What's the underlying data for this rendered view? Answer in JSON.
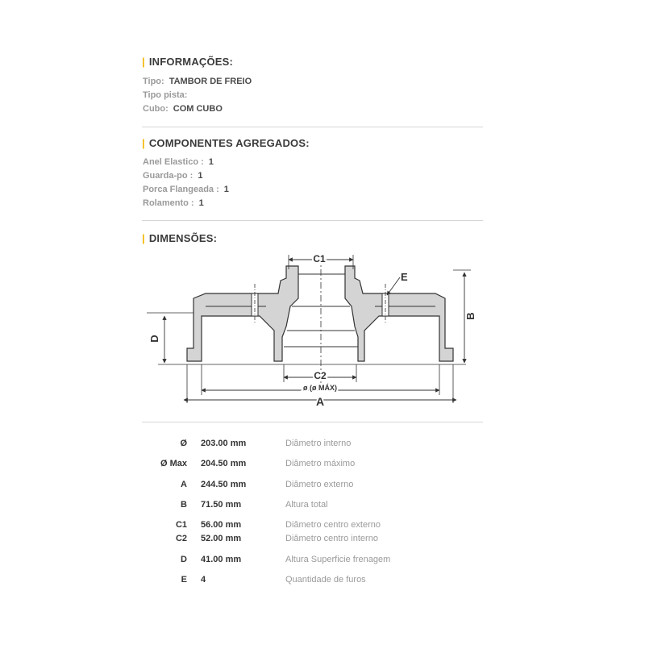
{
  "info": {
    "title": "INFORMAÇÕES:",
    "rows": [
      {
        "label": "Tipo:",
        "value": "TAMBOR DE FREIO"
      },
      {
        "label": "Tipo pista:",
        "value": ""
      },
      {
        "label": "Cubo:",
        "value": "COM CUBO"
      }
    ]
  },
  "components": {
    "title": "COMPONENTES AGREGADOS:",
    "rows": [
      {
        "label": "Anel Elastico :",
        "value": "1"
      },
      {
        "label": "Guarda-po :",
        "value": "1"
      },
      {
        "label": "Porca Flangeada :",
        "value": "1"
      },
      {
        "label": "Rolamento :",
        "value": "1"
      }
    ]
  },
  "dimensions": {
    "title": "DIMENSÕES:",
    "diagram_labels": {
      "c1": "C1",
      "c2": "C2",
      "e": "E",
      "b": "B",
      "d": "D",
      "a": "A",
      "diameter": "ø (ø MÁX)"
    },
    "table": [
      {
        "key": "Ø",
        "value": "203.00 mm",
        "desc": "Diâmetro interno"
      },
      {
        "key": "Ø Max",
        "value": "204.50 mm",
        "desc": "Diâmetro máximo"
      },
      {
        "key": "A",
        "value": "244.50 mm",
        "desc": "Diâmetro externo"
      },
      {
        "key": "B",
        "value": "71.50 mm",
        "desc": "Altura total"
      },
      {
        "key": "C1",
        "value": "56.00 mm",
        "desc": "Diâmetro centro externo"
      },
      {
        "key": "C2",
        "value": "52.00 mm",
        "desc": "Diâmetro centro interno"
      },
      {
        "key": "D",
        "value": "41.00 mm",
        "desc": "Altura Superficie frenagem"
      },
      {
        "key": "E",
        "value": "4",
        "desc": "Quantidade de furos"
      }
    ]
  },
  "colors": {
    "accent": "#f2b705",
    "drum_fill": "#d4d4d4",
    "text": "#333333",
    "muted": "#9a9a9a"
  }
}
